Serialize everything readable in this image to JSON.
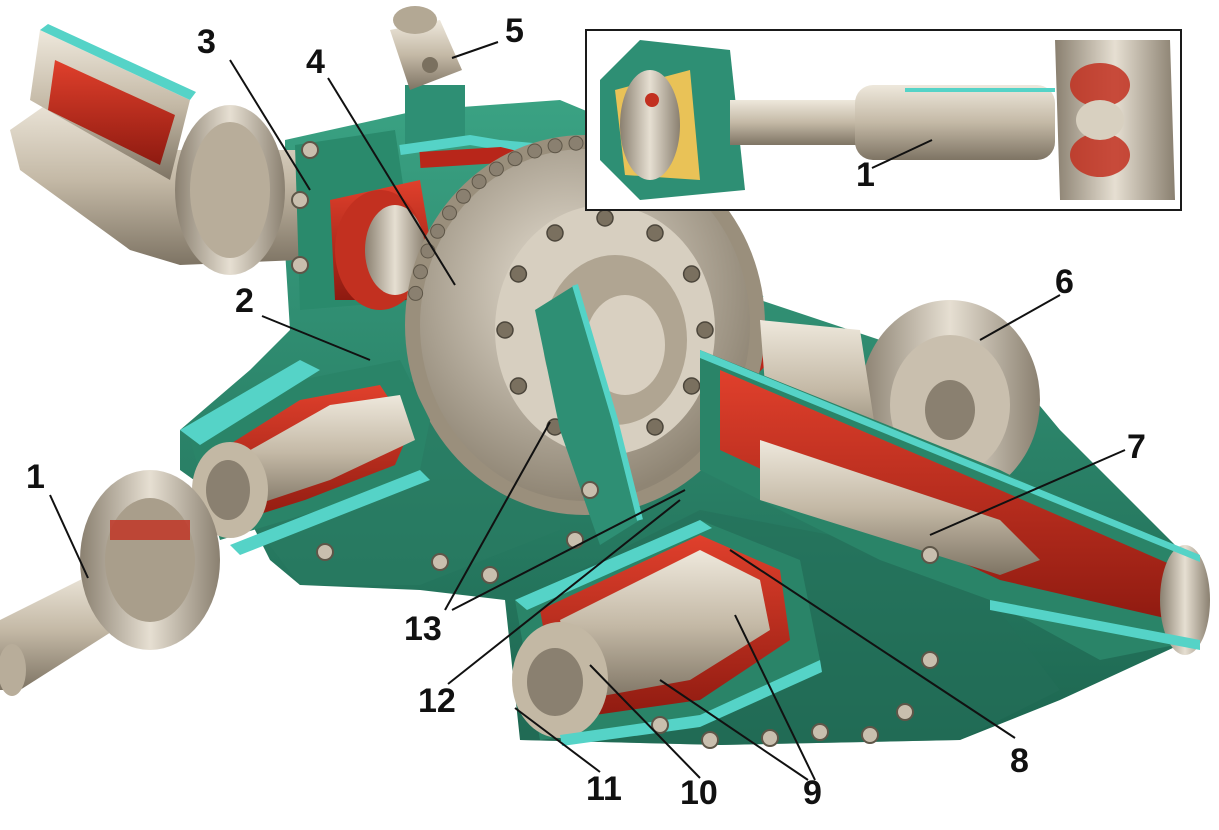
{
  "colors": {
    "housing": "#2e8f74",
    "housing_dark": "#1f6b55",
    "cut_face": "#55d3c7",
    "cut_inner": "#c0281c",
    "metal": "#c9bfae",
    "metal_dark": "#8a8070",
    "bearing_yellow": "#e9c257",
    "leader": "#111111",
    "background": "#ffffff"
  },
  "callouts": [
    {
      "id": "c1-left",
      "text": "1"
    },
    {
      "id": "c1-inset",
      "text": "1"
    },
    {
      "id": "c2",
      "text": "2"
    },
    {
      "id": "c3",
      "text": "3"
    },
    {
      "id": "c4",
      "text": "4"
    },
    {
      "id": "c5",
      "text": "5"
    },
    {
      "id": "c6",
      "text": "6"
    },
    {
      "id": "c7",
      "text": "7"
    },
    {
      "id": "c8",
      "text": "8"
    },
    {
      "id": "c9",
      "text": "9"
    },
    {
      "id": "c10",
      "text": "10"
    },
    {
      "id": "c11",
      "text": "11"
    },
    {
      "id": "c12",
      "text": "12"
    },
    {
      "id": "c13",
      "text": "13"
    }
  ]
}
